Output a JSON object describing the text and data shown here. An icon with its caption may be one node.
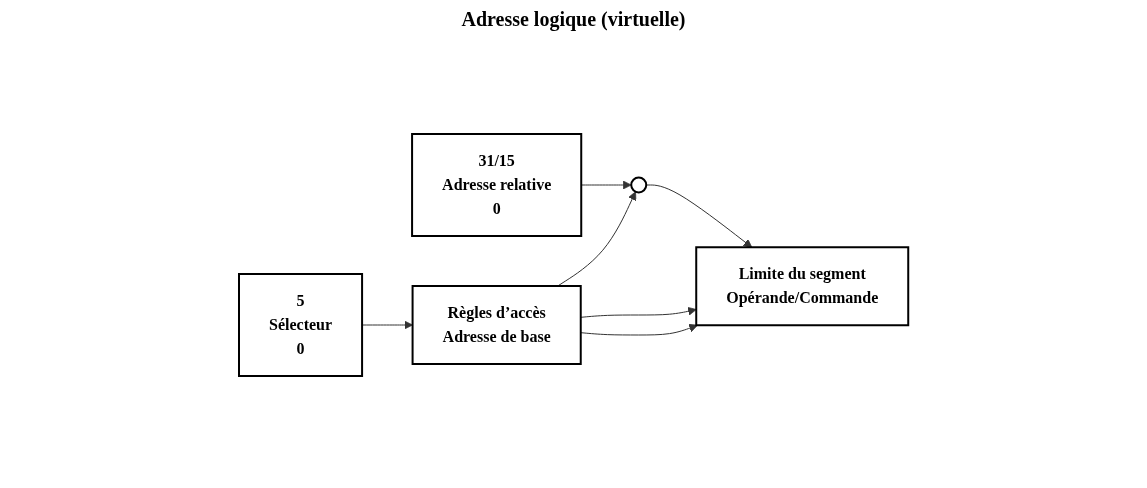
{
  "diagram": {
    "title": "Adresse logique (virtuelle)",
    "nodes": [
      {
        "text": [
          "5",
          "Sélecteur",
          "0"
        ]
      },
      {
        "text": [
          "31/15",
          "Adresse relative",
          "0"
        ]
      },
      {
        "text": [
          "Règles d’accès",
          "Adresse de base"
        ]
      },
      {
        "text": [],
        "shape": "circle"
      },
      {
        "text": [
          "Limite du segment",
          "Opérande/Commande"
        ]
      }
    ],
    "edges": [
      {
        "from": 0,
        "to": 2,
        "arrow": "to"
      },
      {
        "from": 1,
        "to": 3,
        "arrow": "to"
      },
      {
        "from": 2,
        "to": 3,
        "arrow": "to"
      },
      {
        "from": 3,
        "to": 4,
        "arrow": "to"
      },
      {
        "from": 2,
        "to": 4,
        "arrow": "to"
      },
      {
        "from": 2,
        "to": 4,
        "arrow": "to"
      }
    ]
  }
}
